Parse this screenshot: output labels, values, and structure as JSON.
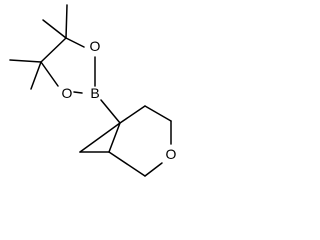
{
  "molecule": {
    "atoms": {
      "boron": "B",
      "ring_oxygen_top": "O",
      "ring_oxygen_bottom": "O",
      "oxane_oxygen": "O"
    }
  },
  "colors": {
    "bond": "#000000",
    "label": "#000000",
    "background": "#ffffff"
  }
}
